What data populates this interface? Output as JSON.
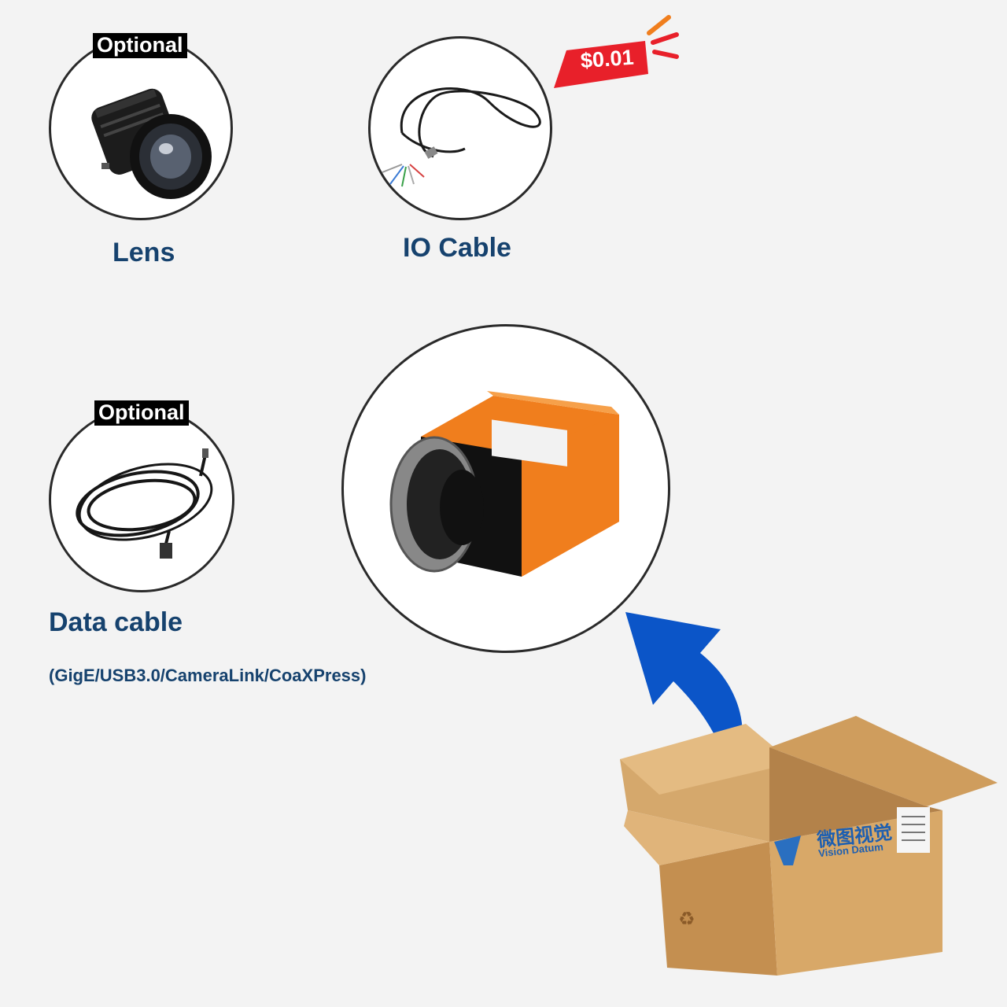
{
  "items": {
    "lens": {
      "tag": "Optional",
      "label": "Lens"
    },
    "io_cable": {
      "label": "IO Cable",
      "price": "$0.01"
    },
    "data_cable": {
      "tag": "Optional",
      "label": "Data cable",
      "sublabel": "(GigE/USB3.0/CameraLink/CoaXPress)"
    }
  },
  "box": {
    "brand_cn": "微图视觉",
    "brand_en": "Vision Datum"
  },
  "colors": {
    "label_blue": "#16426e",
    "price_red": "#e8202a",
    "arrow_blue": "#0b55c8",
    "camera_orange": "#f07e1d",
    "box_brown": "#c99a5b"
  },
  "icons": [
    "lens-icon",
    "io-cable-icon",
    "data-cable-icon",
    "camera-icon",
    "arrow-icon",
    "box-icon",
    "recycle-icon"
  ]
}
